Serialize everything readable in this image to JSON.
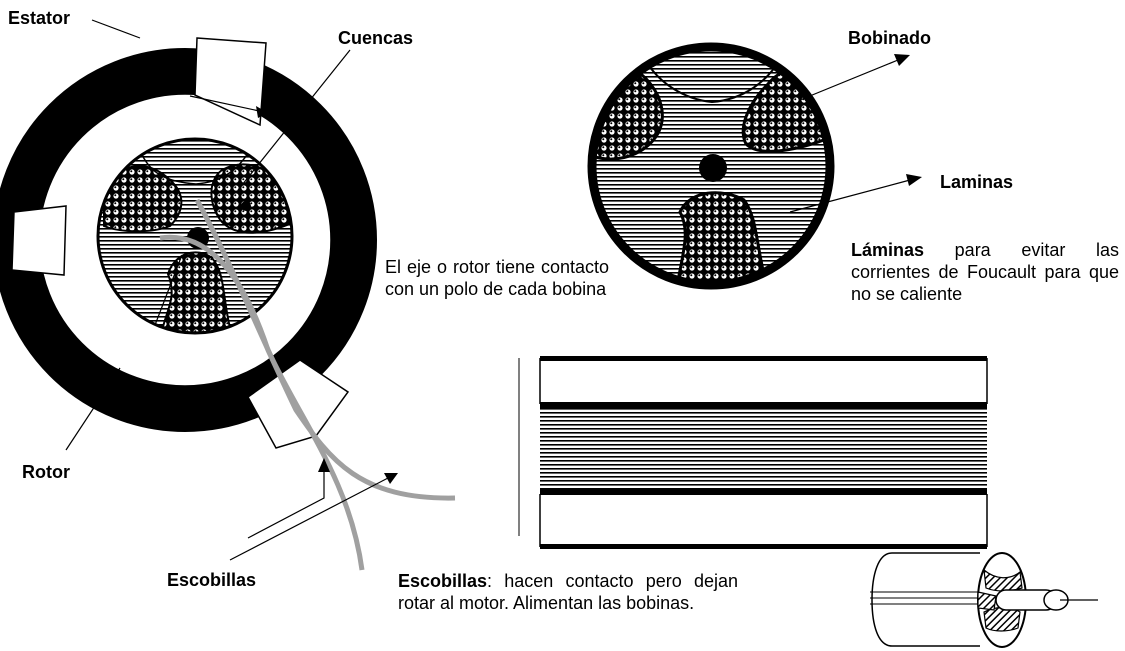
{
  "labels": {
    "estator": "Estator",
    "cuencas": "Cuencas",
    "rotor": "Rotor",
    "escobillas": "Escobillas",
    "bobinado": "Bobinado",
    "laminas": "Laminas"
  },
  "notes": {
    "eje": "El eje o rotor tiene contacto con un polo de cada bobina",
    "laminas_term": "Láminas",
    "laminas_rest": " para evitar las corrientes de Foucault para que no se caliente",
    "escobillas_term": "Escobillas",
    "escobillas_rest": ": hacen contacto pero dejan rotar al motor. Alimentan las bobinas."
  },
  "colors": {
    "ink": "#000000",
    "brush": "#a0a0a0",
    "background": "#ffffff"
  }
}
